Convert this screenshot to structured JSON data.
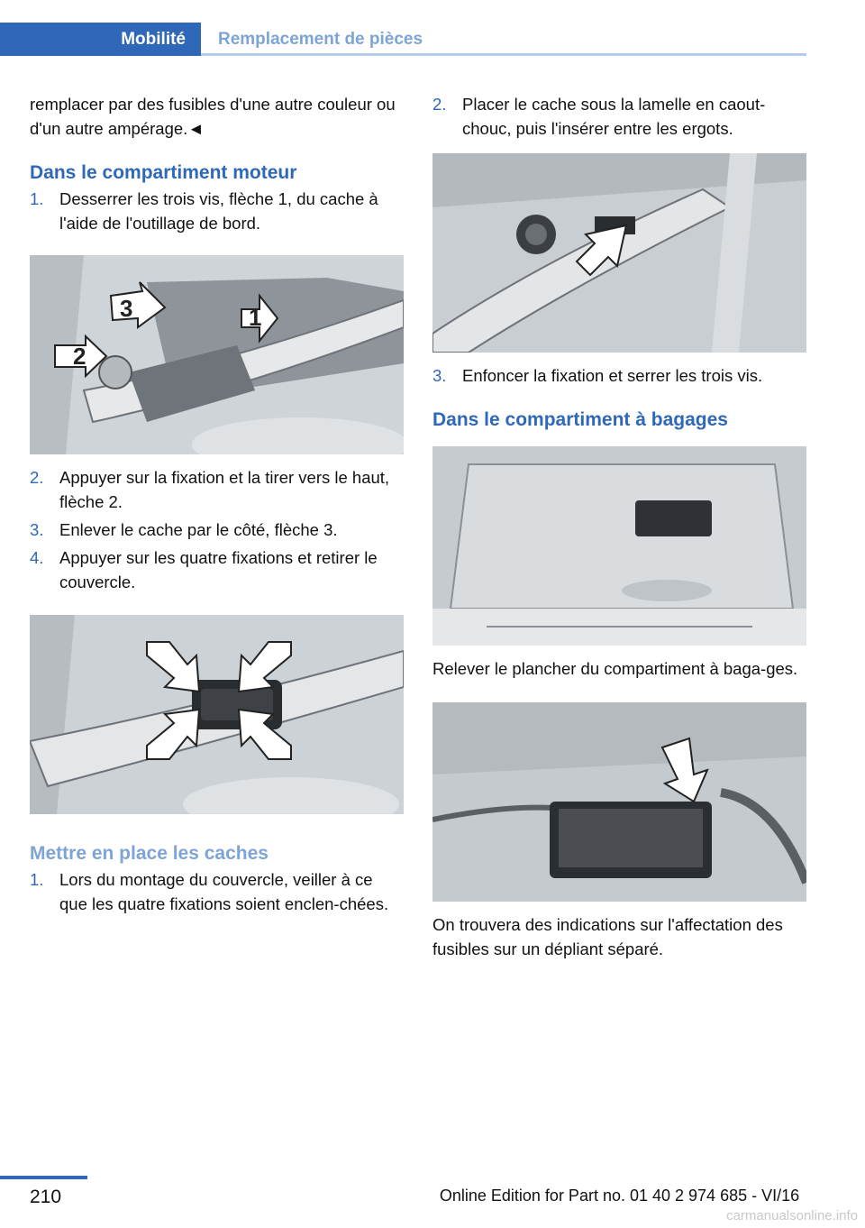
{
  "header": {
    "section": "Mobilité",
    "chapter": "Remplacement de pièces"
  },
  "left": {
    "intro": "remplacer par des fusibles d'une autre couleur ou d'un autre ampérage.◄",
    "heading_engine": "Dans le compartiment moteur",
    "step1_num": "1.",
    "step1": "Desserrer les trois vis, flèche 1, du cache à l'aide de l'outillage de bord.",
    "fig1_labels": [
      "1",
      "2",
      "3"
    ],
    "step2_num": "2.",
    "step2": "Appuyer sur la fixation et la tirer vers le haut, flèche 2.",
    "step3_num": "3.",
    "step3": "Enlever le cache par le côté, flèche 3.",
    "step4_num": "4.",
    "step4": "Appuyer sur les quatre fixations et retirer le couvercle.",
    "heading_install": "Mettre en place les caches",
    "install1_num": "1.",
    "install1": "Lors du montage du couvercle, veiller à ce que les quatre fixations soient enclen-chées."
  },
  "right": {
    "install2_num": "2.",
    "install2": "Placer le cache sous la lamelle en caout-chouc, puis l'insérer entre les ergots.",
    "install3_num": "3.",
    "install3": "Enfoncer la fixation et serrer les trois vis.",
    "heading_trunk": "Dans le compartiment à bagages",
    "trunk_text": "Relever le plancher du compartiment à baga-ges.",
    "closing_text": "On trouvera des indications sur l'affectation des fusibles sur un dépliant séparé."
  },
  "footer": {
    "page_number": "210",
    "edition": "Online Edition for Part no. 01 40 2 974 685 - VI/16",
    "watermark": "carmanualsonline.info"
  },
  "colors": {
    "accent": "#2f68b8",
    "accent_light": "#7ea4d6"
  }
}
